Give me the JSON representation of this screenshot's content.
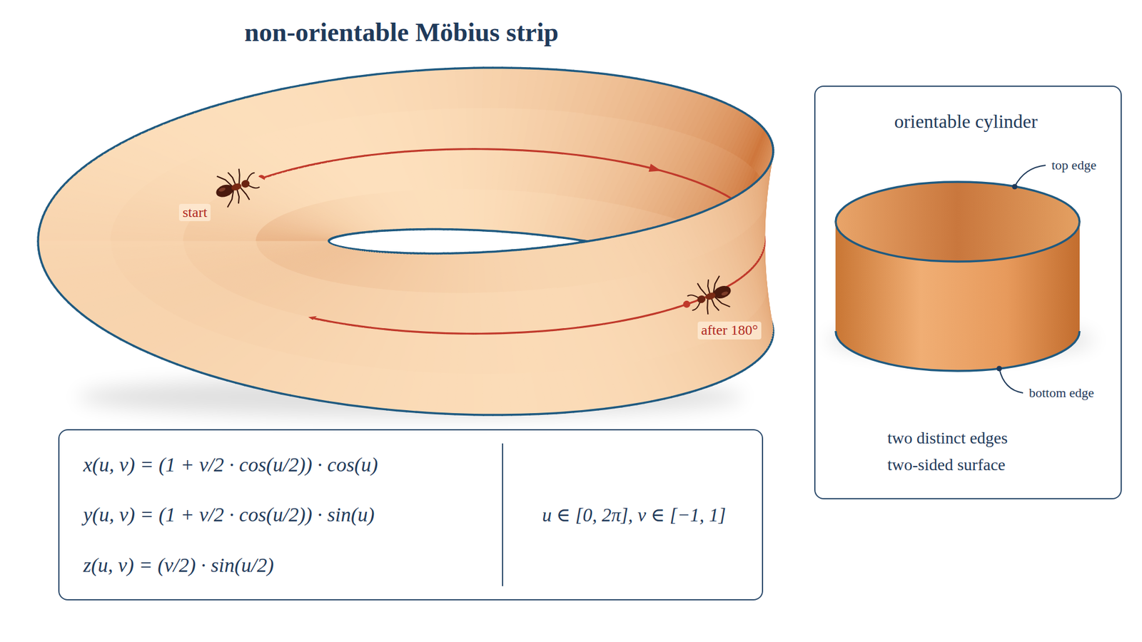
{
  "diagram": {
    "title": "non-orientable Möbius strip",
    "nodes": [
      {
        "text": [
          "x(u, v) = (1 + v/2 · cos(u/2)) · cos(u)",
          "y(u, v) = (1 + v/2 · cos(u/2)) · sin(u)",
          "z(u, v) = (v/2) · sin(u/2)",
          "u ∈ [0, 2π],  v ∈ [−1, 1]"
        ]
      },
      {
        "text": [
          "orientable cylinder",
          "two distinct edges",
          "two-sided surface"
        ]
      }
    ],
    "labels": [
      "start",
      "after 180°",
      "top edge",
      "bottom edge"
    ]
  }
}
